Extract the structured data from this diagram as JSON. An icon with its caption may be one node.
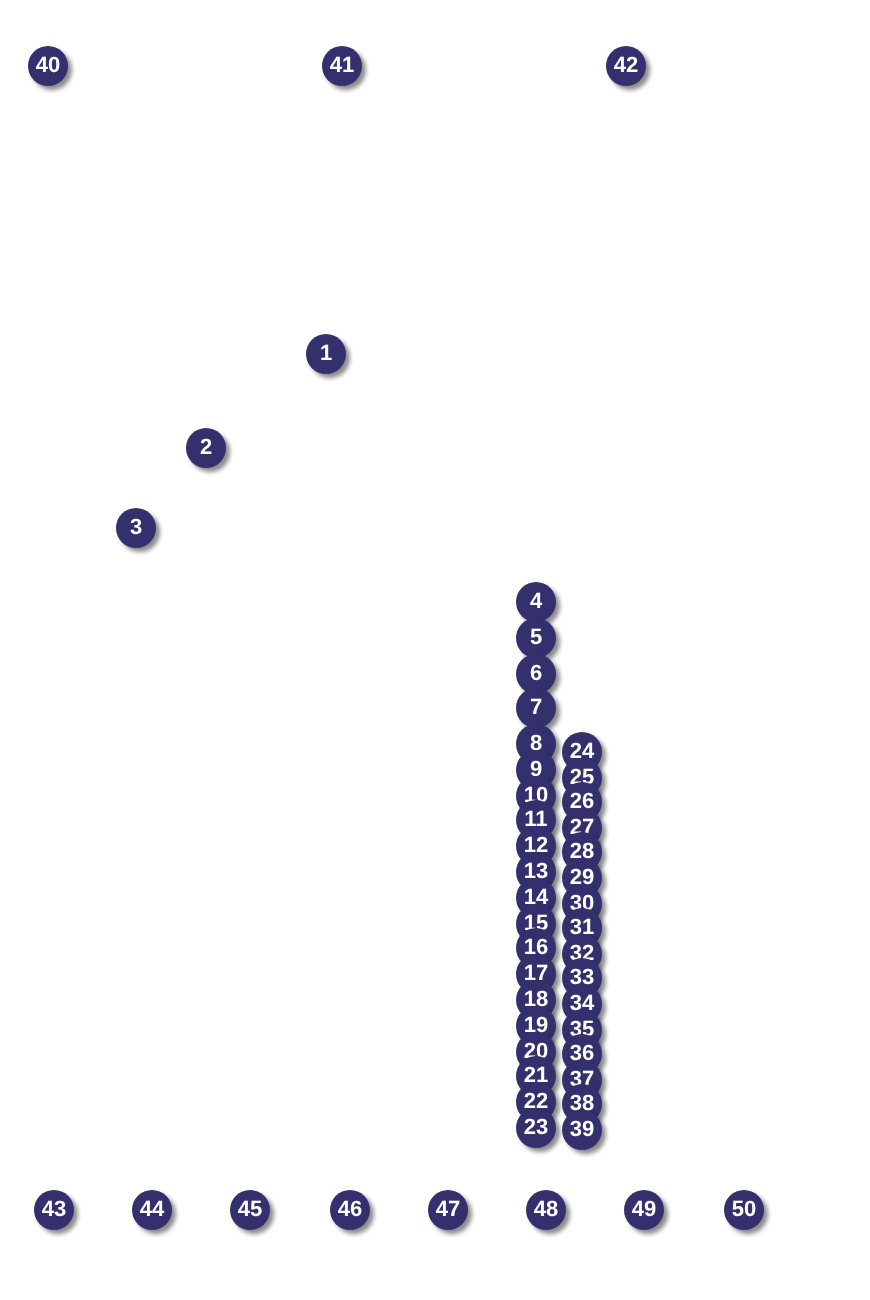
{
  "diagram": {
    "labels": [
      "1",
      "2",
      "3",
      "4",
      "5",
      "6",
      "7",
      "8",
      "9",
      "10",
      "11",
      "12",
      "13",
      "14",
      "15",
      "16",
      "17",
      "18",
      "19",
      "20",
      "21",
      "22",
      "23",
      "24",
      "25",
      "26",
      "27",
      "28",
      "29",
      "30",
      "31",
      "32",
      "33",
      "34",
      "35",
      "36",
      "37",
      "38",
      "39",
      "40",
      "41",
      "42",
      "43",
      "44",
      "45",
      "46",
      "47",
      "48",
      "49",
      "50"
    ]
  }
}
